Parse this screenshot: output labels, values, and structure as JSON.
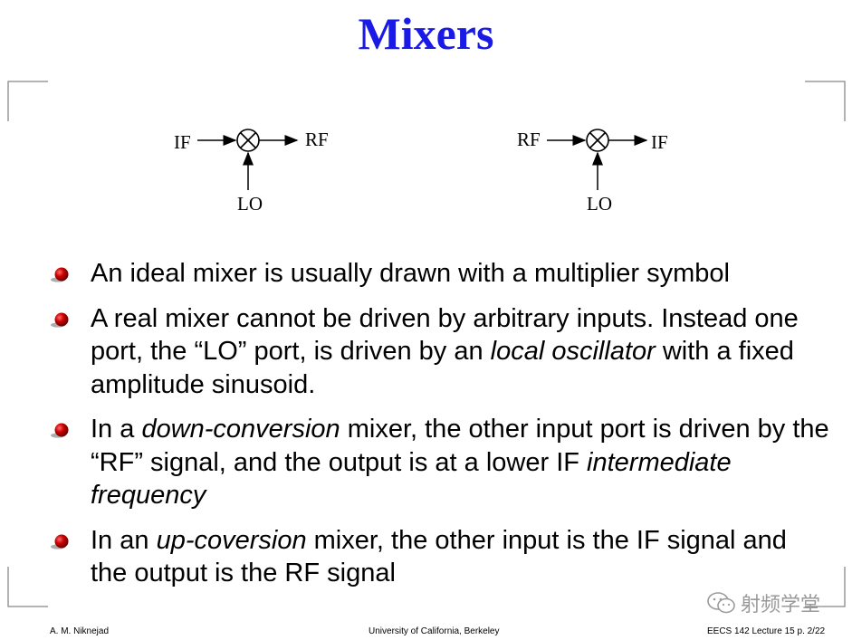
{
  "slide": {
    "title": "Mixers"
  },
  "diagrams": [
    {
      "input": "IF",
      "output": "RF",
      "lo": "LO"
    },
    {
      "input": "RF",
      "output": "IF",
      "lo": "LO"
    }
  ],
  "bullets": [
    [
      {
        "text": "An ideal mixer is usually drawn with a multiplier symbol",
        "italic": false
      }
    ],
    [
      {
        "text": "A real mixer cannot be driven by arbitrary inputs. Instead one port, the “LO” port, is driven by an ",
        "italic": false
      },
      {
        "text": "local oscillator",
        "italic": true
      },
      {
        "text": " with a fixed amplitude sinusoid.",
        "italic": false
      }
    ],
    [
      {
        "text": "In a ",
        "italic": false
      },
      {
        "text": "down-conversion",
        "italic": true
      },
      {
        "text": " mixer, the other input port is driven by the “RF” signal, and the output is at a lower IF ",
        "italic": false
      },
      {
        "text": "intermediate frequency",
        "italic": true
      }
    ],
    [
      {
        "text": "In an ",
        "italic": false
      },
      {
        "text": "up-coversion",
        "italic": true
      },
      {
        "text": " mixer, the other input is the IF signal and the output is the RF signal",
        "italic": false
      }
    ]
  ],
  "footer": {
    "author": "A. M. Niknejad",
    "institution": "University of California, Berkeley",
    "course": "EECS 142 Lecture 15 p. 2/22"
  },
  "watermark": {
    "text": "射频学堂",
    "icon": "wechat-icon"
  },
  "colors": {
    "title": "#1a1ae6",
    "bullet": "#cc0000",
    "watermark": "#9a9a9a"
  }
}
